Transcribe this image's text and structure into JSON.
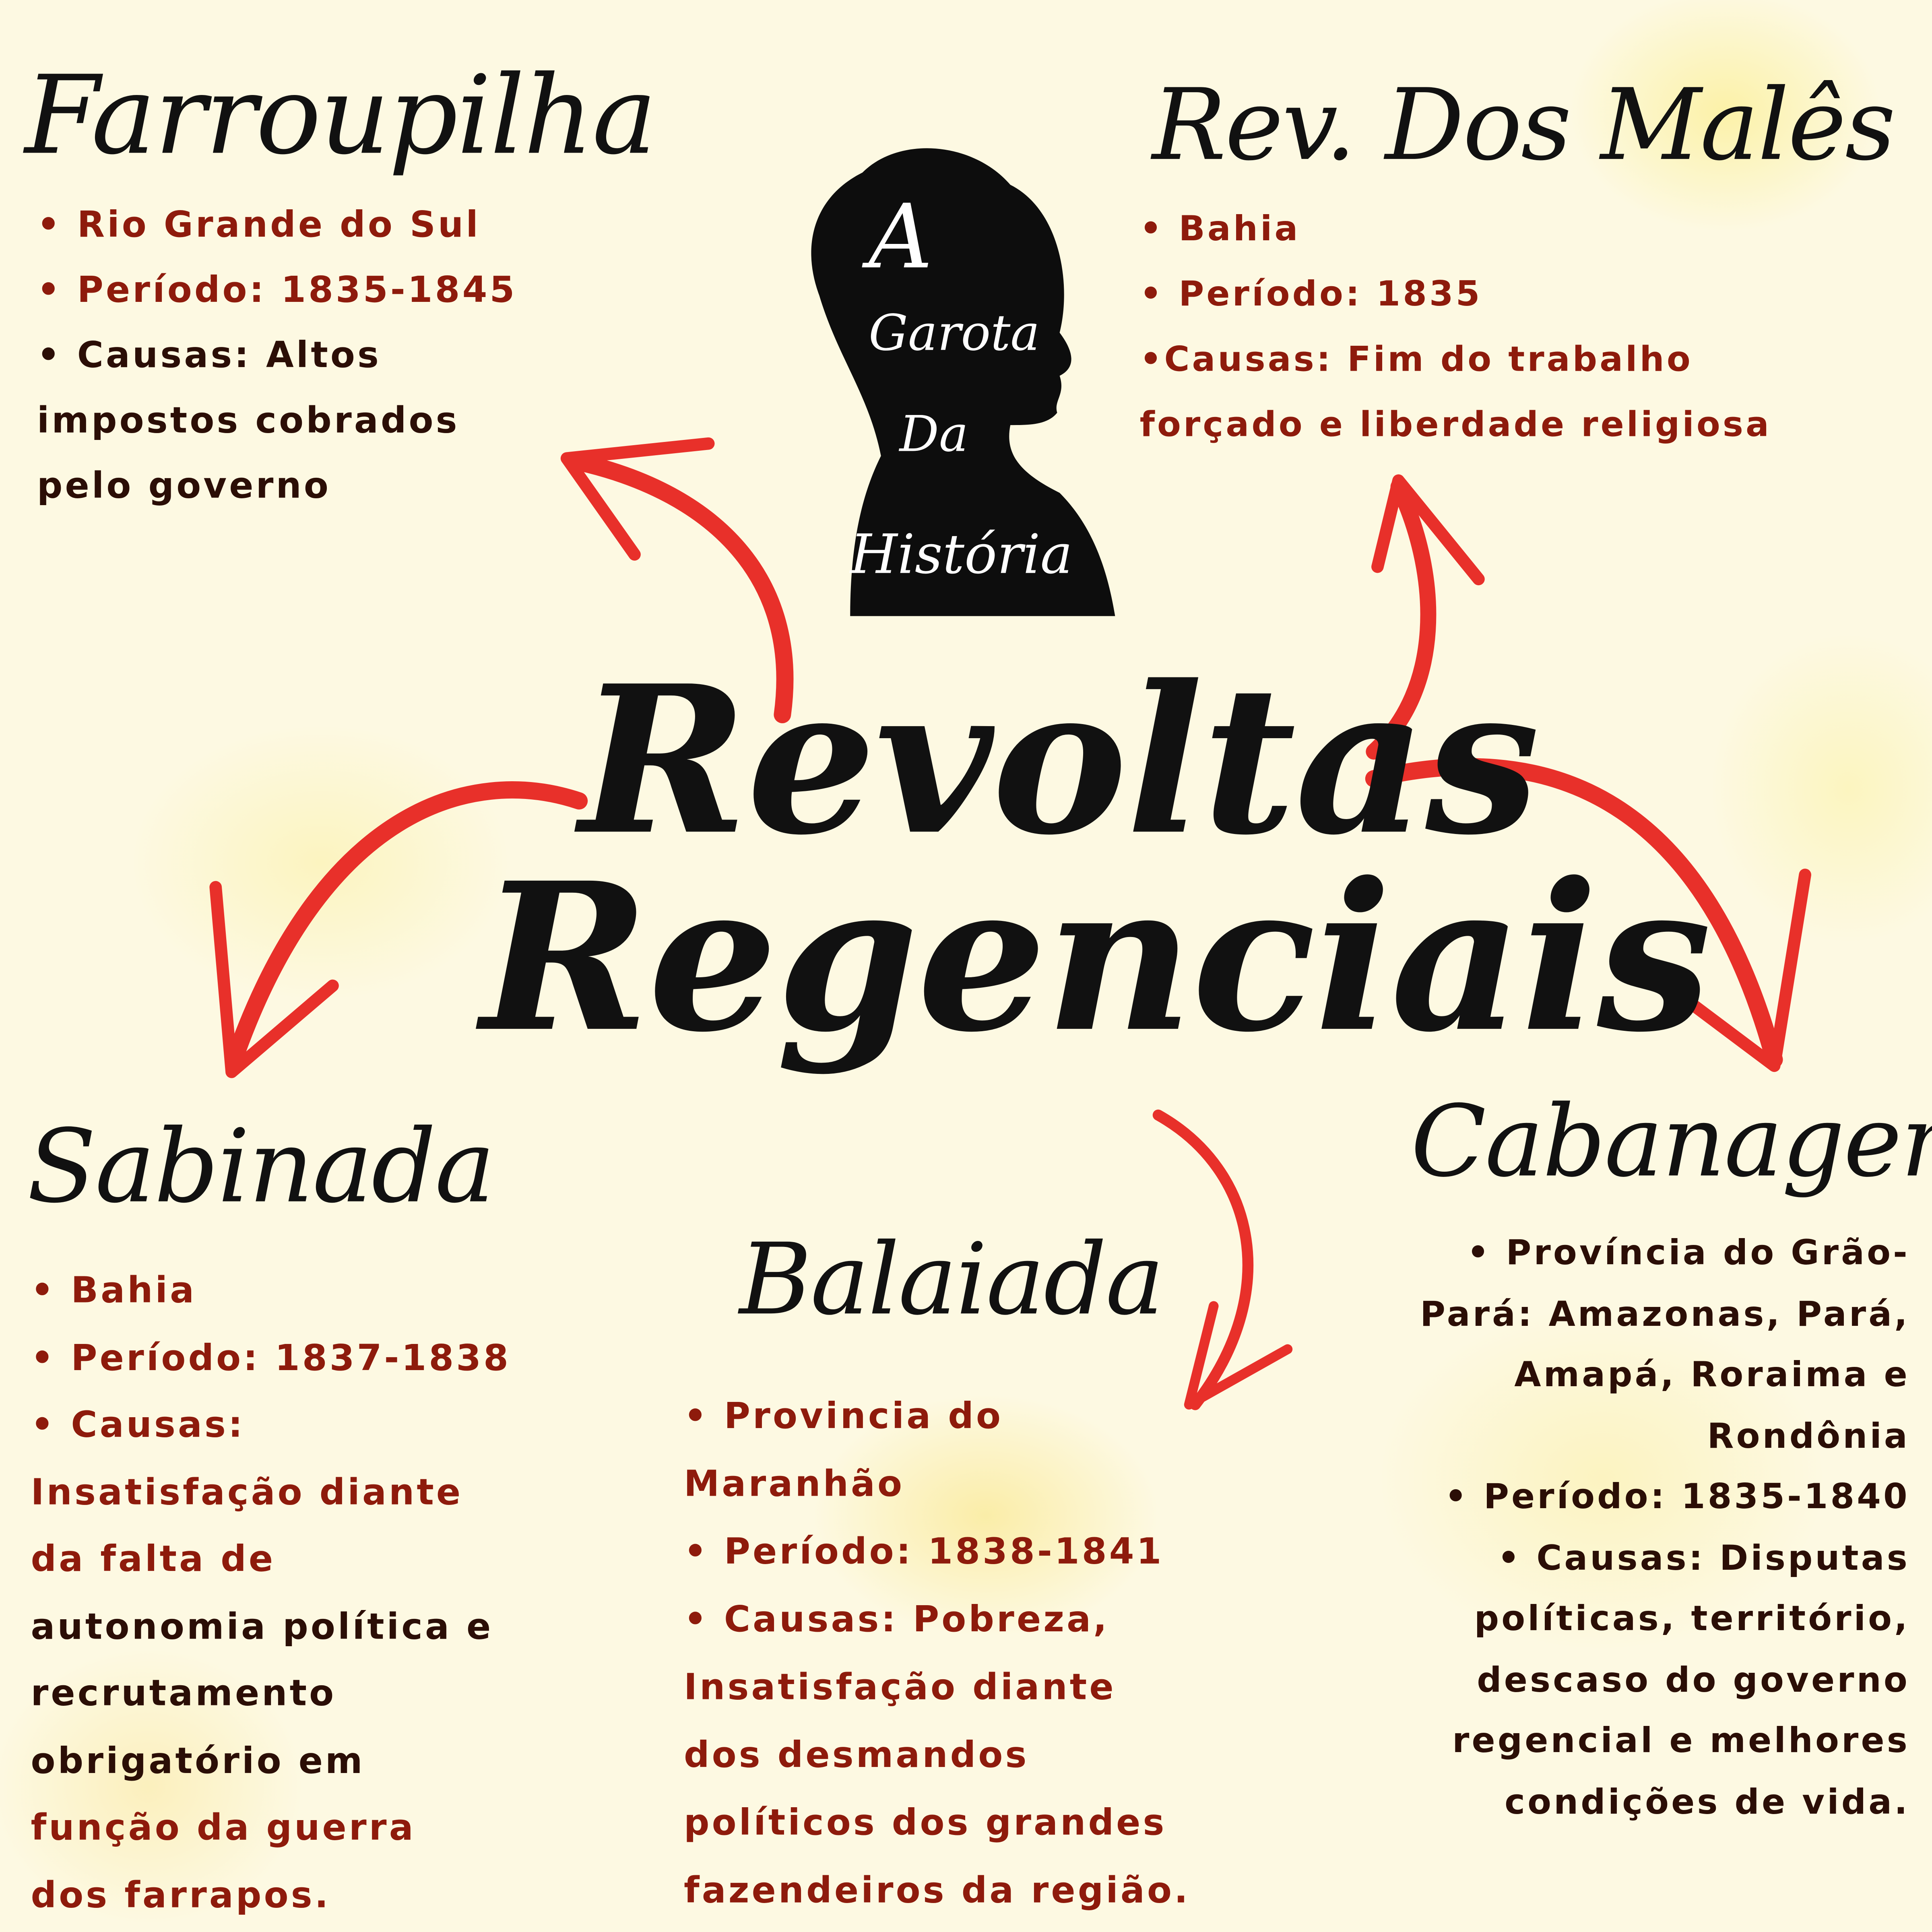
{
  "title": {
    "line1": "Revoltas",
    "line2": "Regenciais"
  },
  "logo": {
    "line1": "A",
    "line2": "Garota",
    "line3": "Da",
    "line4": "História"
  },
  "colors": {
    "arrow": "#e8302a",
    "text_dark": "#2b0e06",
    "text_red": "#8e1b0c",
    "background": "#fdf9e2"
  },
  "farroupilha": {
    "heading": "Farroupilha",
    "lines": [
      "• Rio Grande do Sul",
      "• Período: 1835-1845",
      "• Causas: Altos",
      "impostos cobrados",
      "pelo governo"
    ]
  },
  "males": {
    "heading": "Rev. Dos Malês",
    "lines": [
      "• Bahia",
      "• Período: 1835",
      "•Causas: Fim  do trabalho",
      "forçado e liberdade religiosa"
    ]
  },
  "sabinada": {
    "heading": "Sabinada",
    "lines": [
      "• Bahia",
      "• Período: 1837-1838",
      "• Causas:",
      "Insatisfação diante",
      "da falta de",
      "autonomia política e",
      "recrutamento",
      "obrigatório em",
      "função da guerra",
      "dos farrapos."
    ]
  },
  "balaiada": {
    "heading": "Balaiada",
    "lines": [
      "• Provincia do",
      "Maranhão",
      "• Período: 1838-1841",
      "• Causas: Pobreza,",
      "Insatisfação diante",
      "dos desmandos",
      "políticos dos grandes",
      "fazendeiros da região."
    ]
  },
  "cabanagem": {
    "heading": "Cabanagem",
    "lines": [
      "• Província do Grão-",
      "Pará: Amazonas, Pará,",
      "Amapá, Roraima e",
      "Rondônia",
      "• Período: 1835-1840",
      "• Causas: Disputas",
      "políticas, território,",
      "descaso do governo",
      "regencial e melhores",
      "condições de vida."
    ]
  }
}
